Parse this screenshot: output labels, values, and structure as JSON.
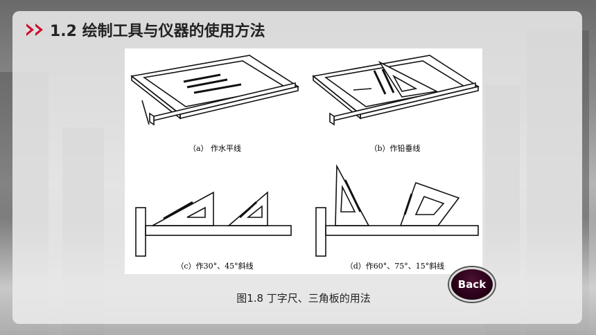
{
  "slide": {
    "title": "1.2 绘制工具与仪器的使用方法",
    "caption": "图1.8  丁字尺、三角板的用法",
    "back_label": "Back"
  },
  "figure": {
    "panels": [
      {
        "id": "a",
        "label": "（a） 作水平线"
      },
      {
        "id": "b",
        "label": "（b）作铅垂线"
      },
      {
        "id": "c",
        "label": "（c）作30°、45°斜线"
      },
      {
        "id": "d",
        "label": "（d）作60°、75°、15°斜线"
      }
    ]
  },
  "colors": {
    "accent": "#c8102e",
    "text": "#222222"
  },
  "icons": {
    "title_marker": "double-chevron-icon"
  }
}
